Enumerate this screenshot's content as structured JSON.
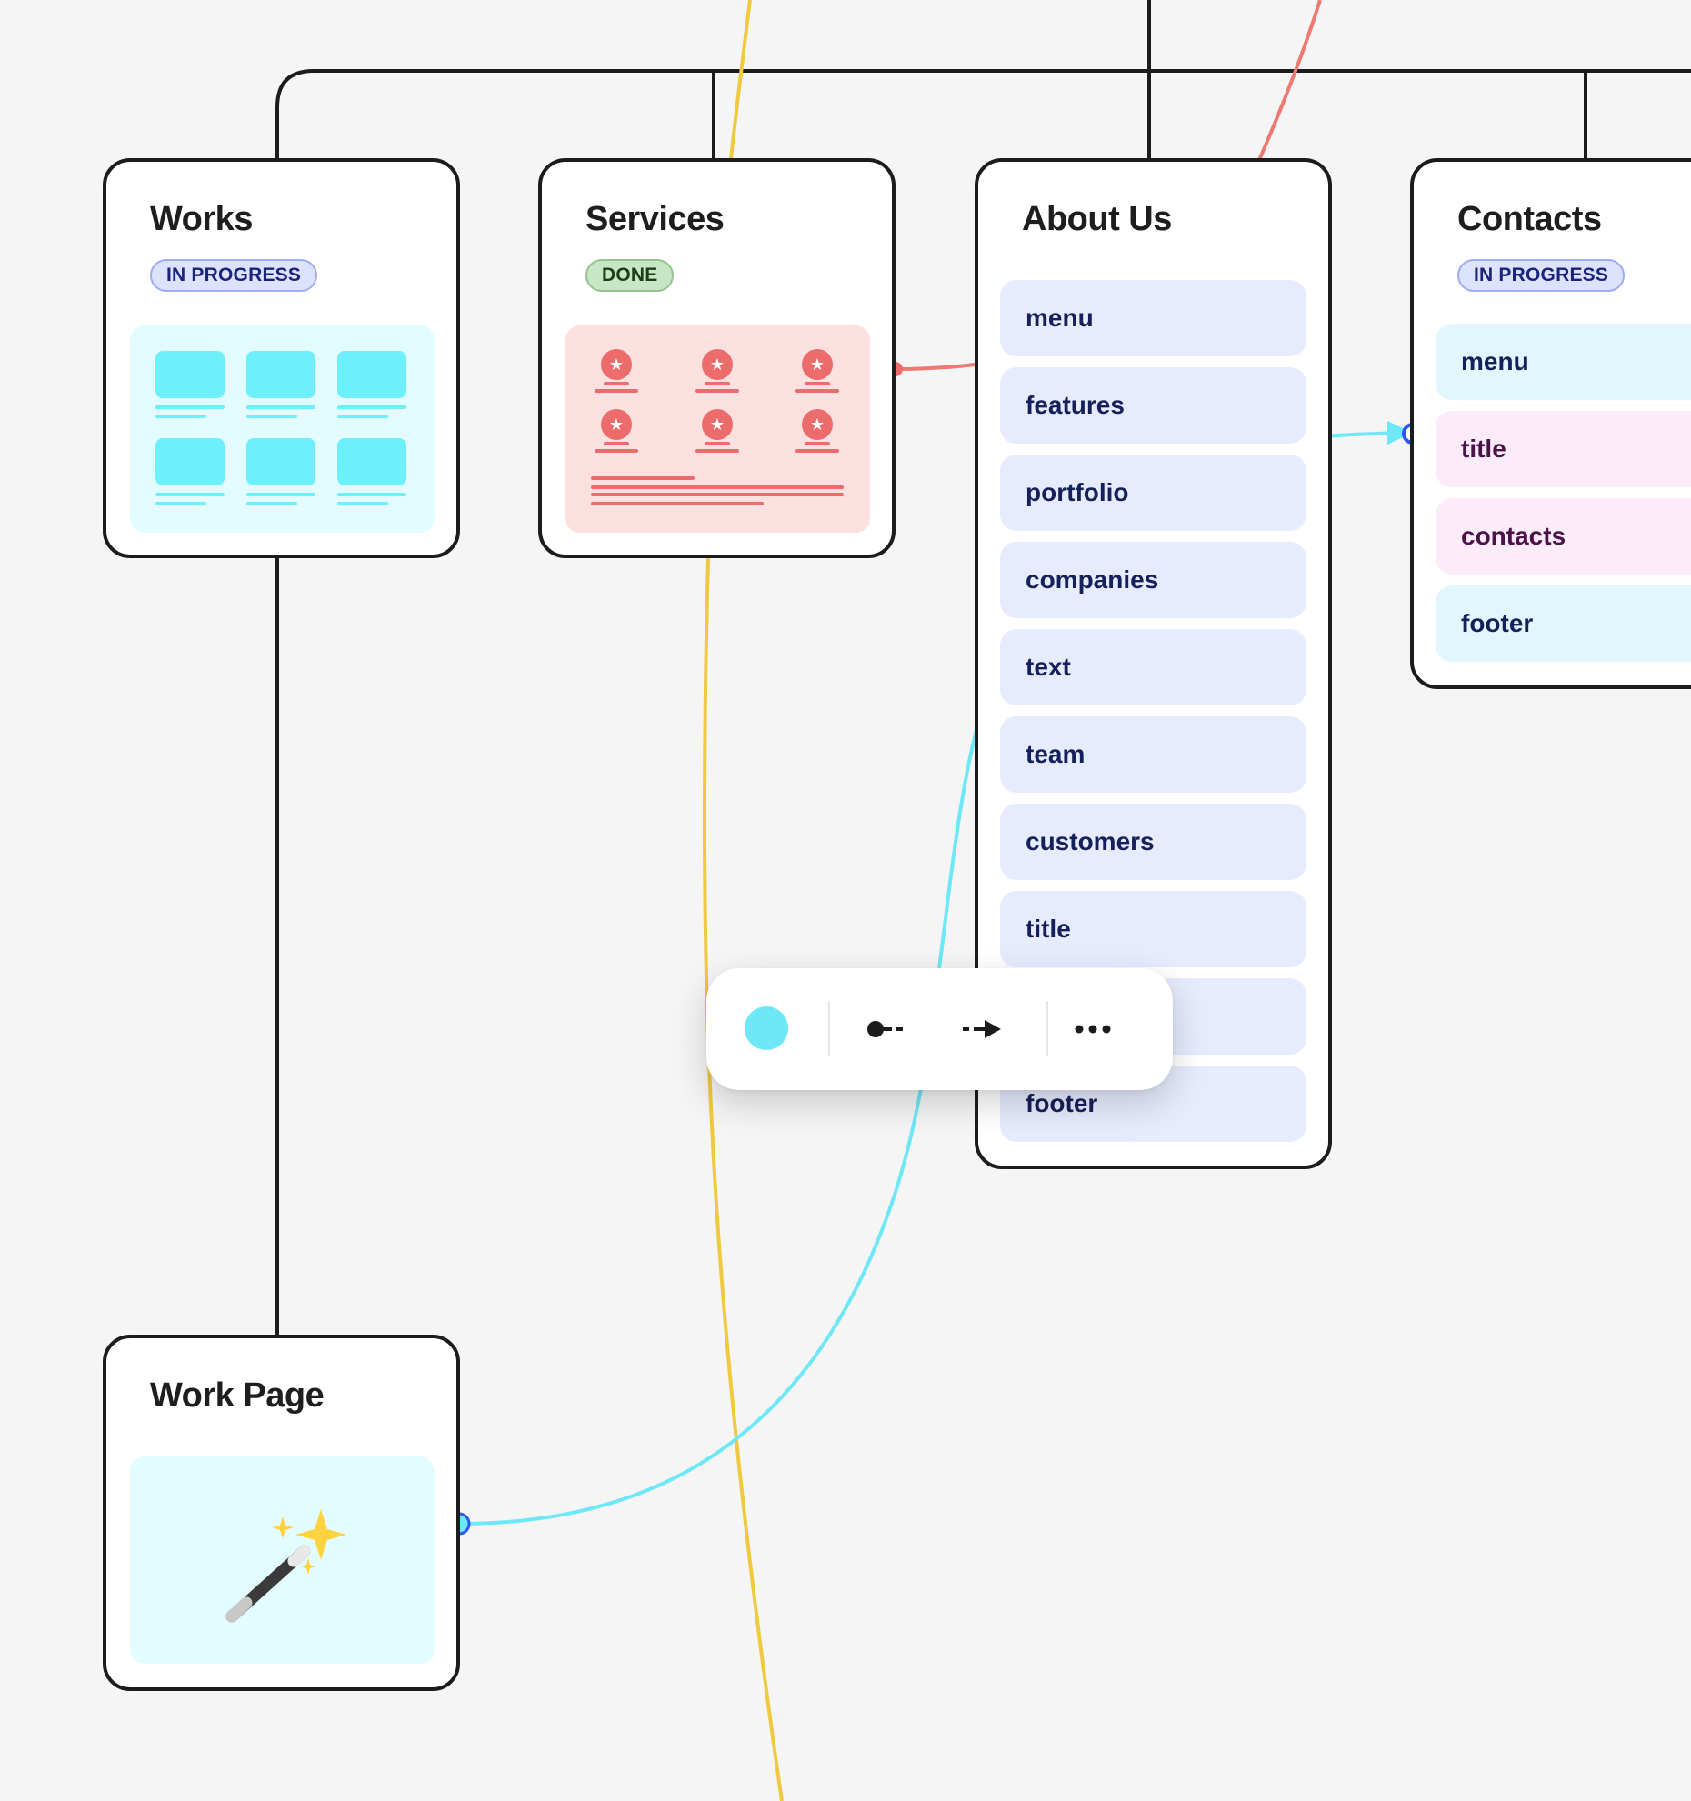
{
  "colors": {
    "canvas": "#f5f5f5",
    "card_border": "#1c1c1c",
    "in_progress_badge": "#dde3ff",
    "done_badge": "#c7e6c3",
    "cyan_accent": "#6ef0fc",
    "red_accent": "#ec6b6b",
    "yellow_connector": "#f0c940",
    "section_blue": "#e6ebfd",
    "section_cyan": "#e1f6fd",
    "section_pink": "#fcecfa"
  },
  "cards": {
    "works": {
      "title": "Works",
      "status": "IN PROGRESS"
    },
    "services": {
      "title": "Services",
      "status": "DONE"
    },
    "about": {
      "title": "About Us",
      "sections": [
        "menu",
        "features",
        "portfolio",
        "companies",
        "text",
        "team",
        "customers",
        "title",
        "",
        "footer"
      ]
    },
    "contacts": {
      "title": "Contacts",
      "status": "IN PROGRESS",
      "sections": [
        "menu",
        "title",
        "contacts",
        "footer"
      ]
    },
    "workpage": {
      "title": "Work Page",
      "icon": "magic-wand-icon"
    }
  },
  "toolbar": {
    "color": "#6ee7f7",
    "items": [
      "color-swatch",
      "start-point-icon",
      "arrow-end-icon",
      "more-options-icon"
    ]
  }
}
